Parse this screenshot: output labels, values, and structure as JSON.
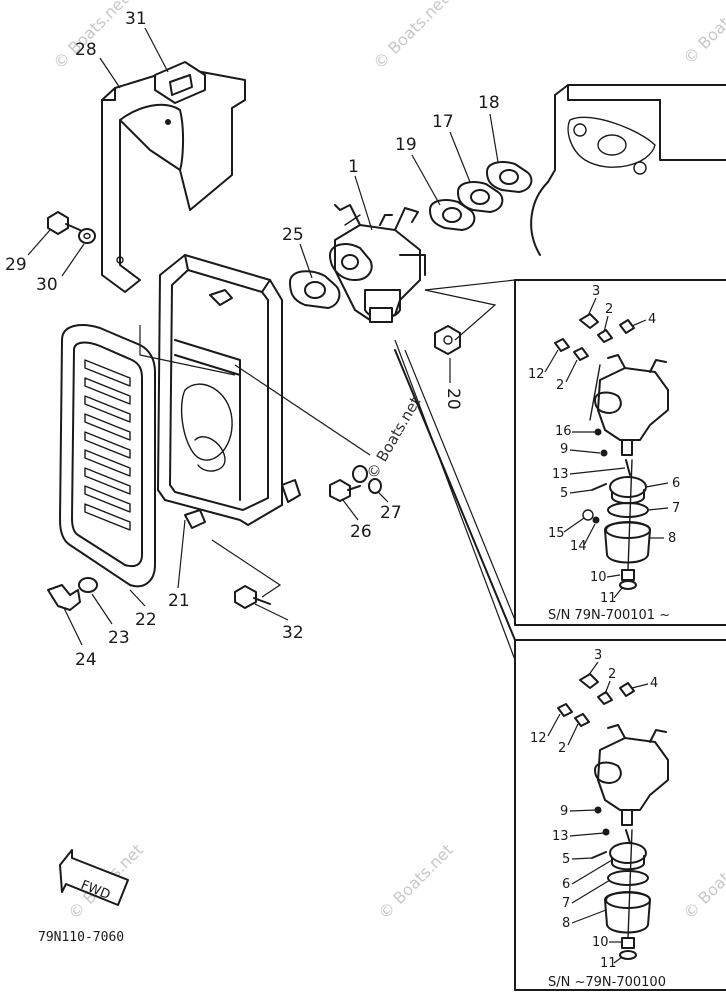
{
  "diagram": {
    "figure_code": "79N110-7060",
    "fwd_label": "FWD",
    "watermark": "© Boats.net",
    "parts": {
      "p1": "1",
      "p17": "17",
      "p18": "18",
      "p19": "19",
      "p20": "20",
      "p21": "21",
      "p22": "22",
      "p23": "23",
      "p24": "24",
      "p25": "25",
      "p26": "26",
      "p27": "27",
      "p28": "28",
      "p29": "29",
      "p30": "30",
      "p31": "31",
      "p32": "32"
    },
    "inset_top": {
      "serial": "S/N 79N-700101 ~",
      "labels": {
        "l3": "3",
        "l2a": "2",
        "l4": "4",
        "l12": "12",
        "l2b": "2",
        "l16": "16",
        "l9": "9",
        "l13": "13",
        "l5": "5",
        "l6": "6",
        "l7": "7",
        "l15": "15",
        "l14": "14",
        "l8": "8",
        "l10": "10",
        "l11": "11"
      }
    },
    "inset_bottom": {
      "serial": "S/N ~79N-700100",
      "labels": {
        "l3": "3",
        "l2a": "2",
        "l4": "4",
        "l12": "12",
        "l2b": "2",
        "l9": "9",
        "l13": "13",
        "l5": "5",
        "l6": "6",
        "l7": "7",
        "l8": "8",
        "l10": "10",
        "l11": "11"
      }
    }
  }
}
